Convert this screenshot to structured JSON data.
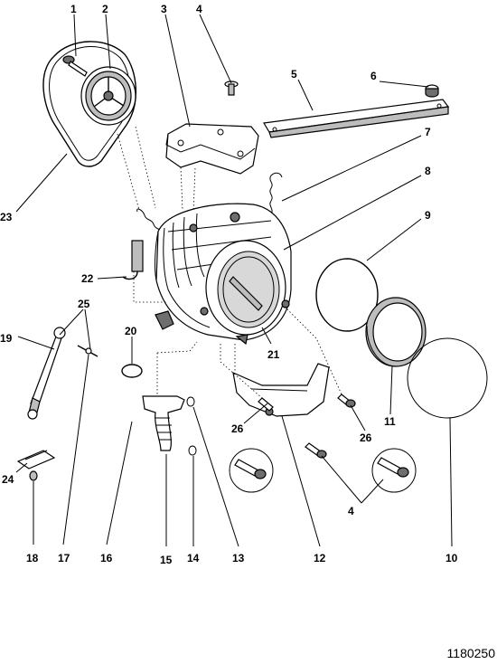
{
  "diagram": {
    "reference_code": "1180250",
    "callouts": [
      {
        "id": "c1",
        "label": "1"
      },
      {
        "id": "c2",
        "label": "2"
      },
      {
        "id": "c3",
        "label": "3"
      },
      {
        "id": "c4a",
        "label": "4"
      },
      {
        "id": "c5",
        "label": "5"
      },
      {
        "id": "c6",
        "label": "6"
      },
      {
        "id": "c7",
        "label": "7"
      },
      {
        "id": "c8",
        "label": "8"
      },
      {
        "id": "c9",
        "label": "9"
      },
      {
        "id": "c23",
        "label": "23"
      },
      {
        "id": "c22",
        "label": "22"
      },
      {
        "id": "c25",
        "label": "25"
      },
      {
        "id": "c19",
        "label": "19"
      },
      {
        "id": "c20",
        "label": "20"
      },
      {
        "id": "c21",
        "label": "21"
      },
      {
        "id": "c11",
        "label": "11"
      },
      {
        "id": "c26a",
        "label": "26"
      },
      {
        "id": "c26b",
        "label": "26"
      },
      {
        "id": "c24",
        "label": "24"
      },
      {
        "id": "c4b",
        "label": "4"
      },
      {
        "id": "c18",
        "label": "18"
      },
      {
        "id": "c17",
        "label": "17"
      },
      {
        "id": "c16",
        "label": "16"
      },
      {
        "id": "c15",
        "label": "15"
      },
      {
        "id": "c14",
        "label": "14"
      },
      {
        "id": "c13",
        "label": "13"
      },
      {
        "id": "c12",
        "label": "12"
      },
      {
        "id": "c10",
        "label": "10"
      }
    ]
  }
}
